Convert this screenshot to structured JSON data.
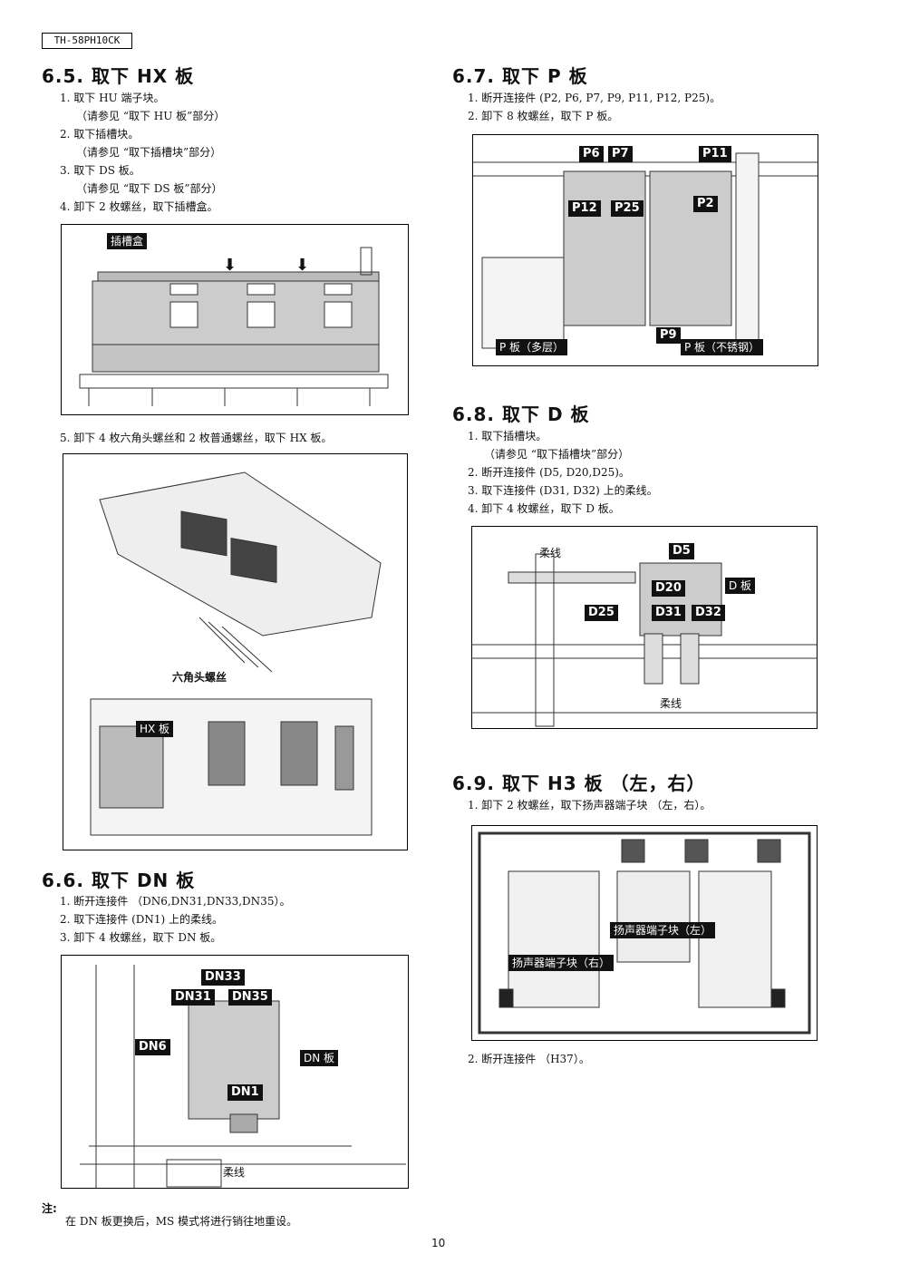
{
  "header": {
    "model": "TH-58PH10CK"
  },
  "sec65": {
    "title": "6.5.   取下 HX 板",
    "steps": [
      "1. 取下 HU 端子块。",
      "（请参见 “取下 HU 板”部分）",
      "2. 取下插槽块。",
      "（请参见 “取下插槽块”部分）",
      "3. 取下 DS 板。",
      "（请参见 “取下 DS 板”部分）",
      "4. 卸下 2 枚螺丝，取下插槽盒。"
    ],
    "fig1_label": "插槽盒",
    "step5": "5. 卸下 4 枚六角头螺丝和 2 枚普通螺丝，取下 HX 板。",
    "fig2_hex": "六角头螺丝",
    "fig2_hx": "HX 板"
  },
  "sec66": {
    "title": "6.6.   取下 DN 板",
    "steps": [
      "1. 断开连接件 （DN6,DN31,DN33,DN35）。",
      "2. 取下连接件 (DN1) 上的柔线。",
      "3. 卸下 4 枚螺丝，取下 DN 板。"
    ],
    "labels": {
      "dn33": "DN33",
      "dn31": "DN31",
      "dn35": "DN35",
      "dn6": "DN6",
      "dnboard": "DN 板",
      "dn1": "DN1",
      "flex": "柔线"
    }
  },
  "note": {
    "title": "注:",
    "body": "在 DN 板更换后，MS 模式将进行销往地重设。"
  },
  "sec67": {
    "title": "6.7.   取下 P 板",
    "steps": [
      "1. 断开连接件 (P2, P6, P7, P9, P11, P12, P25)。",
      "2. 卸下 8 枚螺丝，取下 P 板。"
    ],
    "labels": {
      "p6": "P6",
      "p7": "P7",
      "p11": "P11",
      "p12": "P12",
      "p25": "P25",
      "p2": "P2",
      "p9": "P9",
      "pmulti": "P 板（多层）",
      "psteel": "P 板（不锈钢）"
    }
  },
  "sec68": {
    "title": "6.8.   取下 D 板",
    "steps": [
      "1. 取下插槽块。",
      "（请参见 “取下插槽块”部分）",
      "2. 断开连接件 (D5, D20,D25)。",
      "3. 取下连接件 (D31, D32) 上的柔线。",
      "4. 卸下 4 枚螺丝，取下 D 板。"
    ],
    "labels": {
      "flex1": "柔线",
      "d5": "D5",
      "dboard": "D 板",
      "d20": "D20",
      "d25": "D25",
      "d31": "D31",
      "d32": "D32",
      "flex2": "柔线"
    }
  },
  "sec69": {
    "title": "6.9.   取下 H3 板 （左，右）",
    "steps": [
      "1. 卸下 2 枚螺丝，取下扬声器端子块 （左，右）。"
    ],
    "labels": {
      "left": "扬声器端子块（左）",
      "right": "扬声器端子块（右）"
    },
    "step2": "2. 断开连接件 （H37）。"
  },
  "page": {
    "number": "10"
  }
}
